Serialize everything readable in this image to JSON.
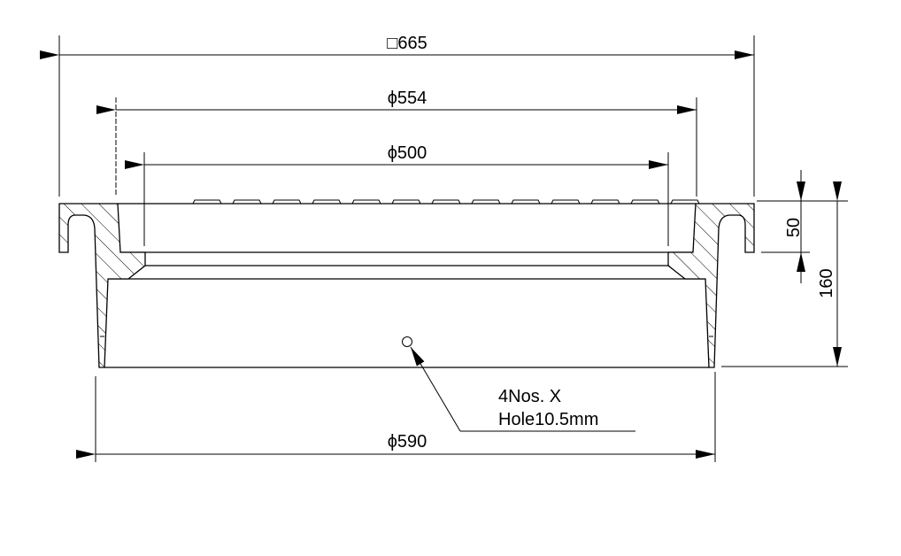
{
  "drawing": {
    "dimensions": {
      "overall_square": "□665",
      "outer_diameter": "ϕ554",
      "inner_diameter": "ϕ500",
      "base_diameter": "ϕ590",
      "flange_height": "50",
      "total_height": "160"
    },
    "note": {
      "line1": "4Nos. X",
      "line2": "Hole10.5mm"
    }
  }
}
